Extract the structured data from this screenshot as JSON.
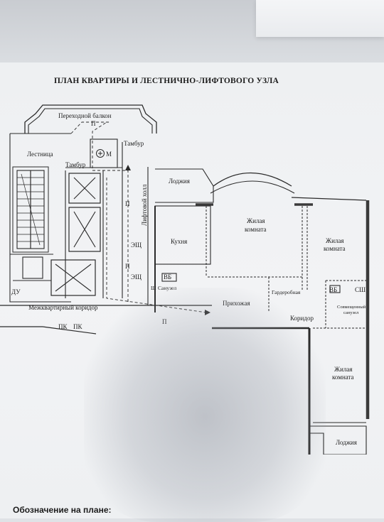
{
  "document": {
    "title": "ПЛАН КВАРТИРЫ И ЛЕСТНИЧНО-ЛИФТОВОГО УЗЛА",
    "legend_heading": "Обозначение на плане:"
  },
  "plan": {
    "labels": {
      "balcony": "Переходной балкон",
      "stairs": "Лестница",
      "vestibule_top": "Тамбур",
      "vestibule_left": "Тамбур",
      "lift_hall": "Лифтовой холл",
      "loggia_top": "Лоджия",
      "kitchen": "Кухня",
      "living_room_1_line1": "Жилая",
      "living_room_1_line2": "комната",
      "living_room_2_line1": "Жилая",
      "living_room_2_line2": "комната",
      "living_room_3_line1": "Жилая",
      "living_room_3_line2": "комната",
      "wardrobe": "Гардеробная",
      "hall": "Прихожая",
      "corridor": "Коридор",
      "bathroom": "Санузел",
      "combined_bathroom_line1": "Совмещенный",
      "combined_bathroom_line2": "санузел",
      "inter_apartment_corridor": "Межквартирный коридор",
      "loggia_bottom": "Лоджия",
      "door_p": "П",
      "m_mark": "М",
      "eshch": "ЭЩ",
      "vb": "ВБ",
      "sh": "СШ",
      "pk": "ПК",
      "du": "ДУ",
      "sh_small": "Ш"
    }
  }
}
